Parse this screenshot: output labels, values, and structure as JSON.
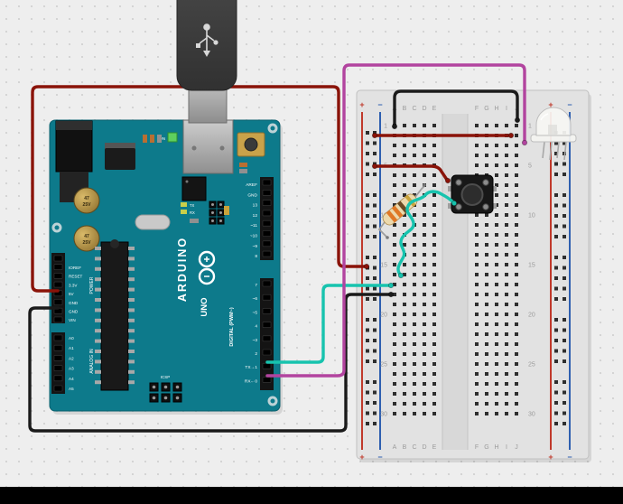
{
  "diagram": {
    "background_color": "#eeeeee",
    "bottom_bar_color": "#000000"
  },
  "arduino": {
    "board_color": "#0d7a8b",
    "brand": "ARDUINO",
    "model": "UNO",
    "digital_header_label": "DIGITAL (PWM~)",
    "analog_header_label": "ANALOG IN",
    "power_header_label": "POWER",
    "on_label": "ON",
    "icsp_label": "ICSP",
    "tx_label": "TX",
    "rx_label": "RX",
    "capacitor_value": "47",
    "capacitor_voltage": "25V",
    "pins_digital_upper": [
      "AREF",
      "GND",
      "13",
      "12",
      "~11",
      "~10",
      "~9",
      "8"
    ],
    "pins_digital_lower": [
      "7",
      "~6",
      "~5",
      "4",
      "~3",
      "2",
      "TX→1",
      "RX←0"
    ],
    "pins_power": [
      "IOREF",
      "RESET",
      "3.3V",
      "5V",
      "GND",
      "GND",
      "VIN"
    ],
    "pins_analog": [
      "A0",
      "A1",
      "A2",
      "A3",
      "A4",
      "A5"
    ]
  },
  "breadboard": {
    "column_letters_left": [
      "A",
      "B",
      "C",
      "D",
      "E"
    ],
    "column_letters_right": [
      "F",
      "G",
      "H",
      "I",
      "J"
    ],
    "row_numbers": [
      "1",
      "5",
      "10",
      "15",
      "20",
      "25",
      "30"
    ],
    "positive_symbol": "+",
    "negative_symbol": "−",
    "positive_rail_color": "#c0392b",
    "negative_rail_color": "#2e5fb0"
  },
  "components": {
    "resistor": {
      "band_colors": [
        "#e07826",
        "#e07826",
        "#6b4a24",
        "#c9a33b"
      ]
    }
  },
  "wires": {
    "power_5v": {
      "color": "#8a1309"
    },
    "ground": {
      "color": "#1a1a1a"
    },
    "signal_button": {
      "color": "#17c3ae"
    },
    "signal_led": {
      "color": "#b2449f"
    },
    "jumper_row1": {
      "color": "#8a1309"
    },
    "jumper_row5": {
      "color": "#8a1309"
    },
    "jumper_top": {
      "color": "#1a1a1a"
    }
  }
}
